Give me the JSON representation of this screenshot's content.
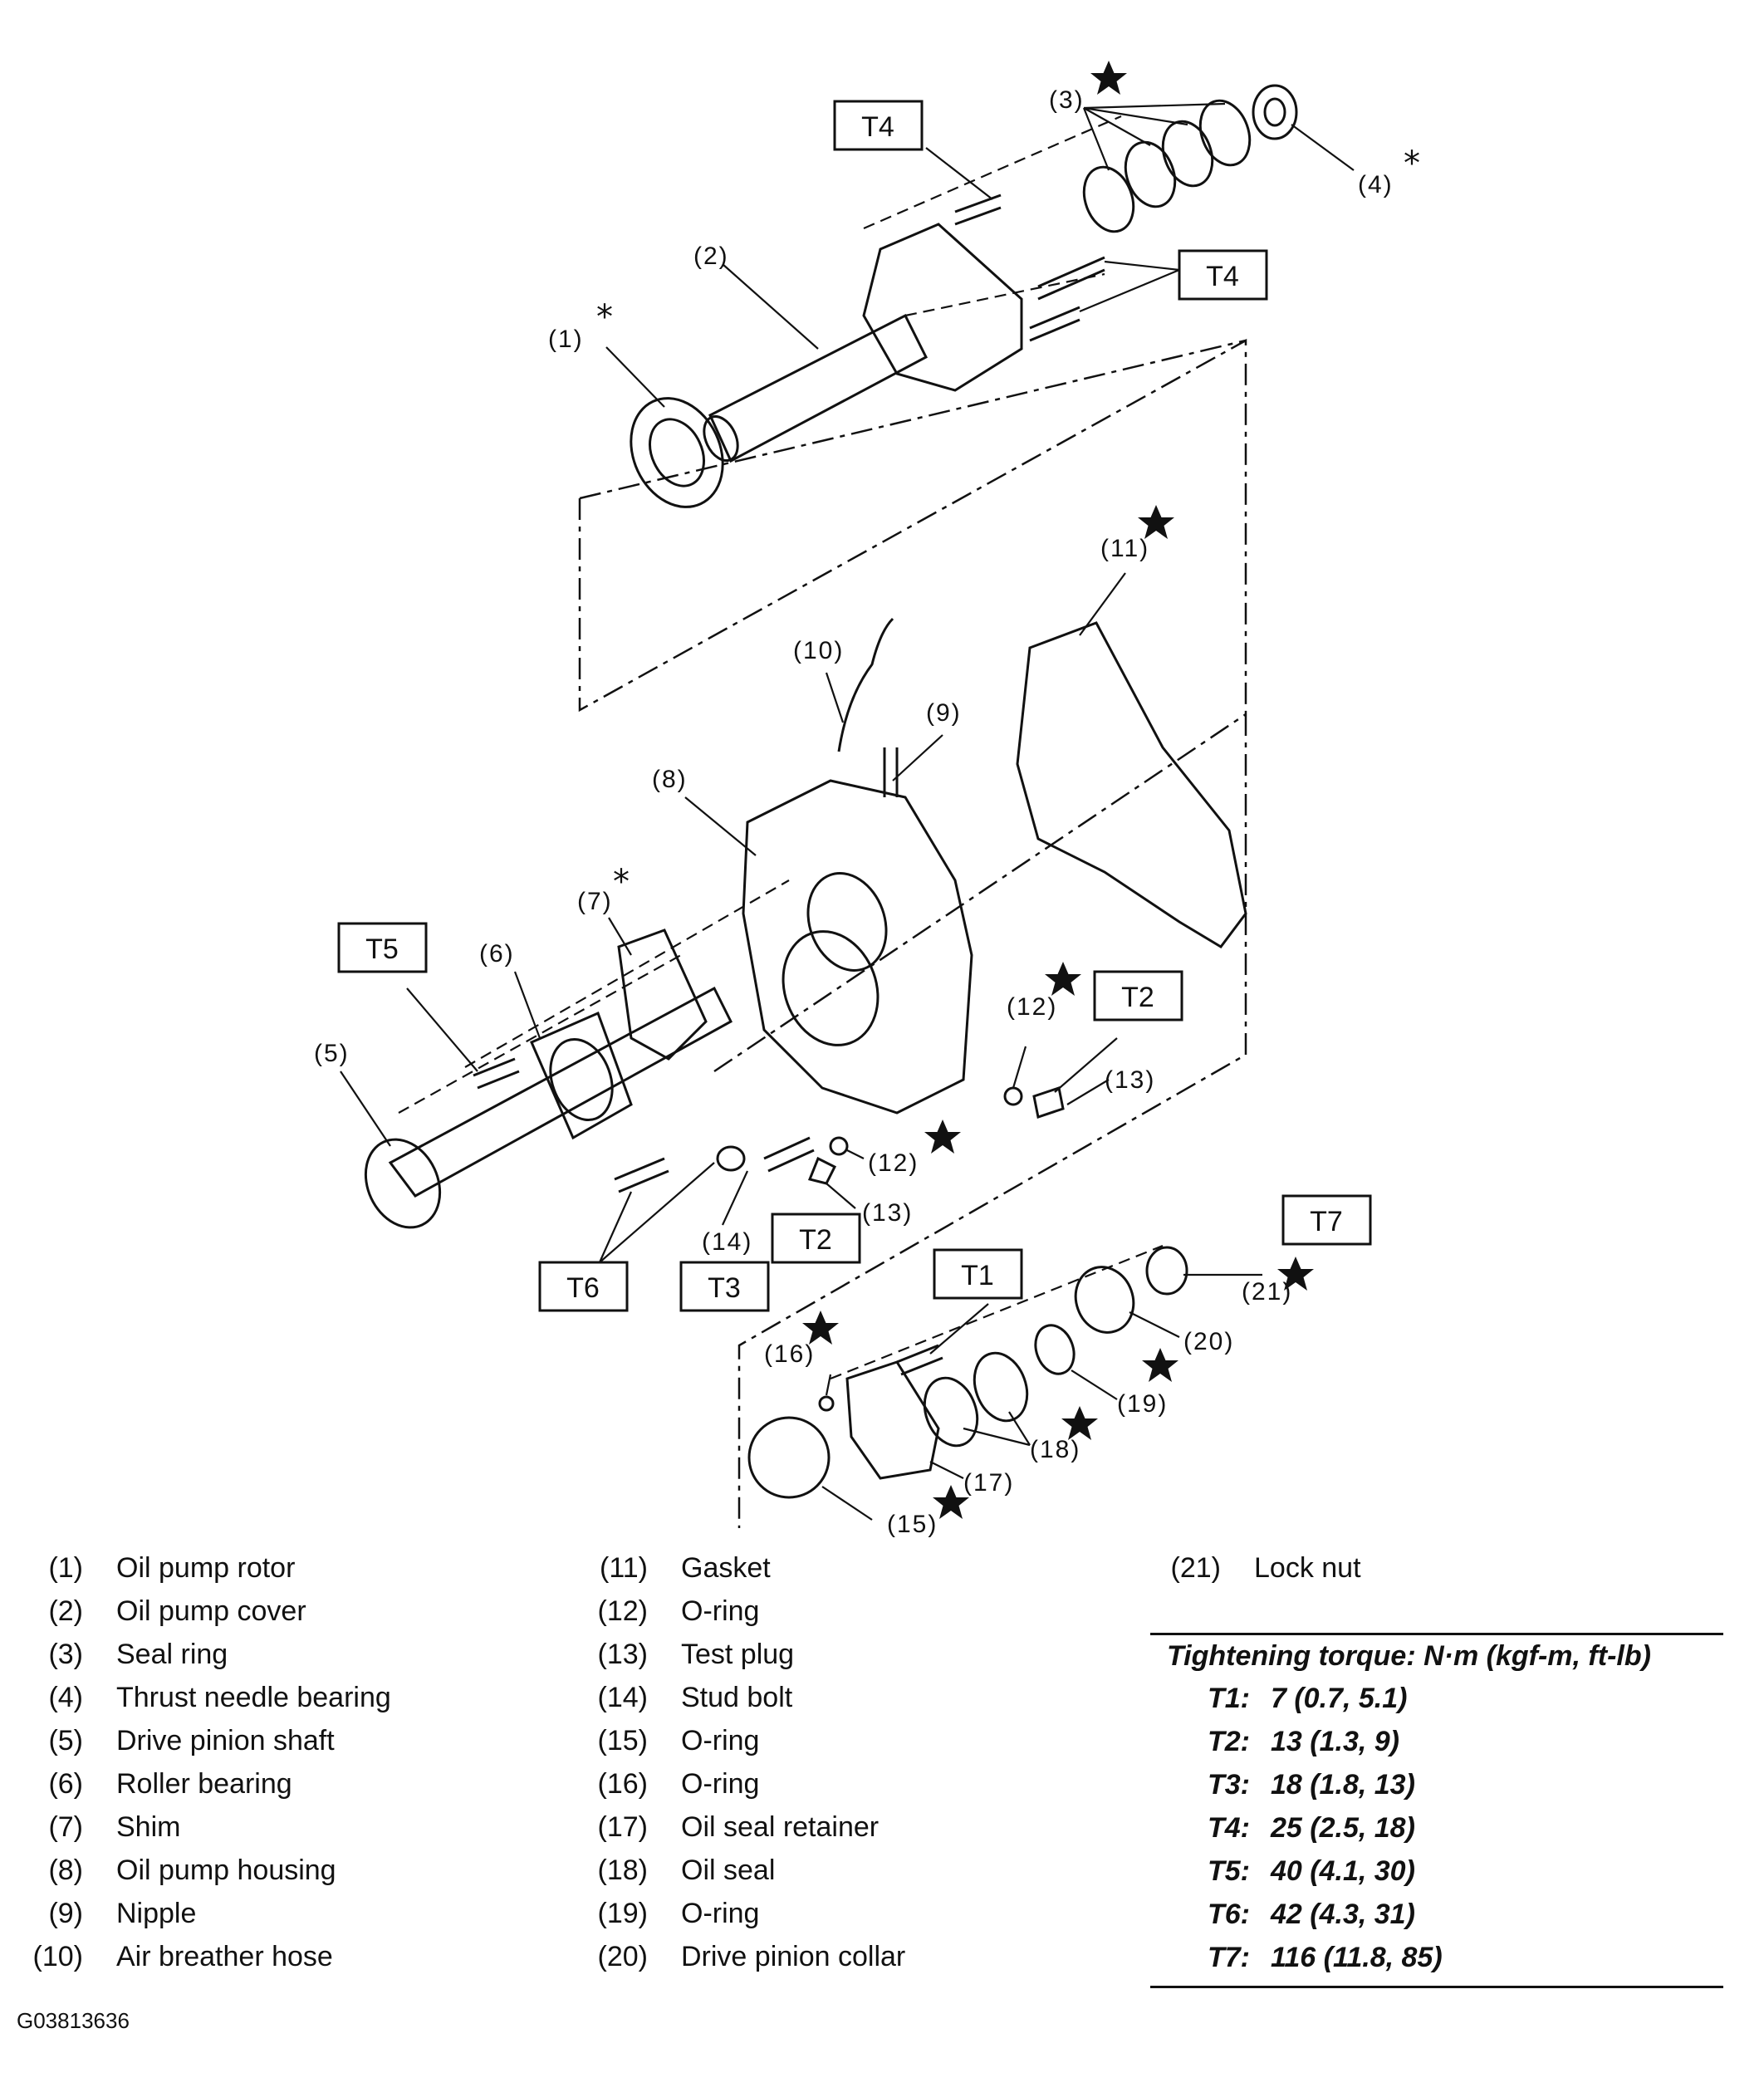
{
  "callouts": {
    "c1": "(1)",
    "c2": "(2)",
    "c3": "(3)",
    "c4": "(4)",
    "c5": "(5)",
    "c6": "(6)",
    "c7": "(7)",
    "c8": "(8)",
    "c9": "(9)",
    "c10": "(10)",
    "c11": "(11)",
    "c12a": "(12)",
    "c12b": "(12)",
    "c13a": "(13)",
    "c13b": "(13)",
    "c14": "(14)",
    "c15": "(15)",
    "c16": "(16)",
    "c17": "(17)",
    "c18": "(18)",
    "c19": "(19)",
    "c20": "(20)",
    "c21": "(21)"
  },
  "torque_boxes": {
    "t4a": "T4",
    "t4b": "T4",
    "t5": "T5",
    "t2a": "T2",
    "t2b": "T2",
    "t6": "T6",
    "t3": "T3",
    "t1": "T1",
    "t7": "T7"
  },
  "marks": {
    "asterisk": "*"
  },
  "legend": [
    {
      "num": "(1)",
      "name": "Oil pump rotor"
    },
    {
      "num": "(2)",
      "name": "Oil pump cover"
    },
    {
      "num": "(3)",
      "name": "Seal ring"
    },
    {
      "num": "(4)",
      "name": "Thrust needle bearing"
    },
    {
      "num": "(5)",
      "name": "Drive pinion shaft"
    },
    {
      "num": "(6)",
      "name": "Roller bearing"
    },
    {
      "num": "(7)",
      "name": "Shim"
    },
    {
      "num": "(8)",
      "name": "Oil pump housing"
    },
    {
      "num": "(9)",
      "name": "Nipple"
    },
    {
      "num": "(10)",
      "name": "Air breather hose"
    },
    {
      "num": "(11)",
      "name": "Gasket"
    },
    {
      "num": "(12)",
      "name": "O-ring"
    },
    {
      "num": "(13)",
      "name": "Test plug"
    },
    {
      "num": "(14)",
      "name": "Stud bolt"
    },
    {
      "num": "(15)",
      "name": "O-ring"
    },
    {
      "num": "(16)",
      "name": "O-ring"
    },
    {
      "num": "(17)",
      "name": "Oil seal retainer"
    },
    {
      "num": "(18)",
      "name": "Oil seal"
    },
    {
      "num": "(19)",
      "name": "O-ring"
    },
    {
      "num": "(20)",
      "name": "Drive pinion collar"
    },
    {
      "num": "(21)",
      "name": "Lock nut"
    }
  ],
  "torque": {
    "title": "Tightening torque: N·m (kgf-m, ft-lb)",
    "rows": [
      {
        "key": "T1:",
        "value": "7 (0.7, 5.1)"
      },
      {
        "key": "T2:",
        "value": "13 (1.3, 9)"
      },
      {
        "key": "T3:",
        "value": "18 (1.8, 13)"
      },
      {
        "key": "T4:",
        "value": "25 (2.5, 18)"
      },
      {
        "key": "T5:",
        "value": "40 (4.1, 30)"
      },
      {
        "key": "T6:",
        "value": "42 (4.3, 31)"
      },
      {
        "key": "T7:",
        "value": "116 (11.8, 85)"
      }
    ]
  },
  "figure_code": "G03813636"
}
